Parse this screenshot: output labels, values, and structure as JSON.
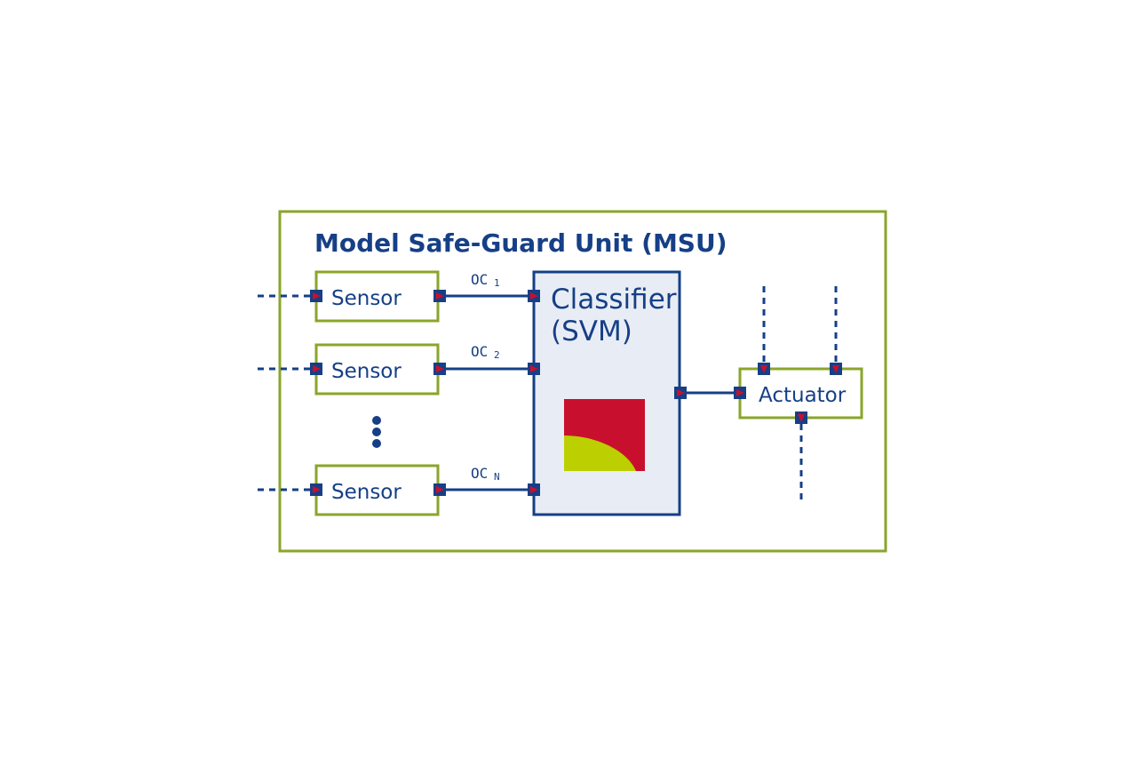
{
  "title": "Model Safe-Guard Unit (MSU)",
  "sensors": [
    {
      "label": "Sensor",
      "channel": "OC",
      "channel_sub": "1"
    },
    {
      "label": "Sensor",
      "channel": "OC",
      "channel_sub": "2"
    },
    {
      "label": "Sensor",
      "channel": "OC",
      "channel_sub": "N"
    }
  ],
  "classifier": {
    "line1": "Classifier",
    "line2": "(SVM)"
  },
  "actuator": {
    "label": "Actuator"
  },
  "colors": {
    "frame_green": "#8aa52a",
    "navy": "#163f86",
    "port_red": "#c8102e",
    "classifier_fill": "#e8edf5",
    "svm_red": "#c8102e",
    "svm_yellow": "#bccf00"
  }
}
